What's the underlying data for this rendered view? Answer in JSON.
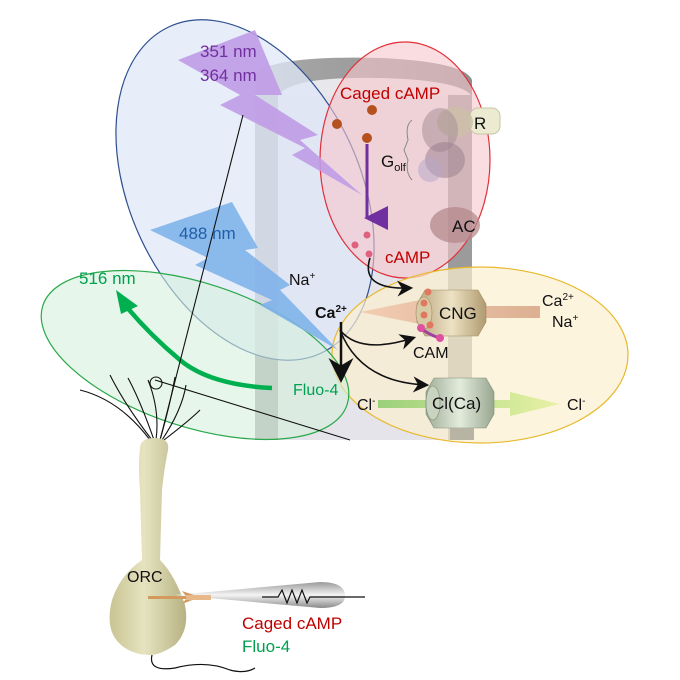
{
  "labels": {
    "uv_line1": "351 nm",
    "uv_line2": "364 nm",
    "caged_camp_top": "Caged cAMP",
    "receptor": "R",
    "golf_main": "G",
    "golf_sub": "olf",
    "ac": "AC",
    "camp": "cAMP",
    "blue_laser": "488 nm",
    "green_emission": "516 nm",
    "na_plus_left": "Na",
    "na_plus_sup": "+",
    "ca_left": "Ca",
    "ca_left_sup": "2+",
    "cng": "CNG",
    "ca_right": "Ca",
    "ca_right_sup": "2+",
    "na_right": "Na",
    "na_right_sup": "+",
    "cam": "CAM",
    "fluo4_top": "Fluo-4",
    "cl_left": "Cl",
    "cl_left_sup": "-",
    "clca": "Cl(Ca)",
    "cl_right": "Cl",
    "cl_right_sup": "-",
    "orc": "ORC",
    "pipette_caged": "Caged cAMP",
    "pipette_fluo": "Fluo-4"
  },
  "colors": {
    "uv_purple": "#c09be6",
    "uv_text": "#7030a0",
    "blue_laser": "#7fb2ea",
    "blue_text": "#1f5fa8",
    "green": "#00b050",
    "red_text": "#c00000",
    "cell_body": "#d9d6a8"
  }
}
